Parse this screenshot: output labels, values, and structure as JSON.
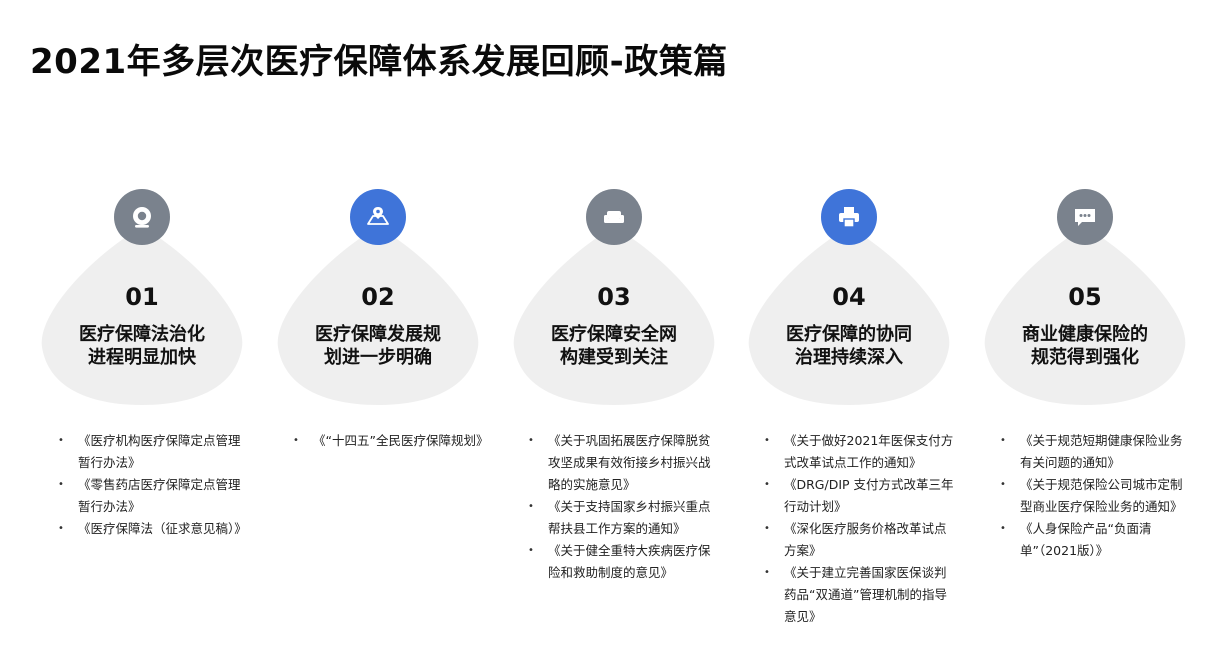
{
  "title": "2021年多层次医疗保障体系发展回顾-政策篇",
  "colors": {
    "gray_badge": "#7a828d",
    "blue_badge": "#3f74d9",
    "drop_fill": "#efefef"
  },
  "columns": [
    {
      "number": "01",
      "heading_lines": [
        "医疗保障法治化",
        "进程明显加快"
      ],
      "icon": "webcam-icon",
      "badge": "gray",
      "docs": [
        "《医疗机构医疗保障定点管理暂行办法》",
        "《零售药店医疗保障定点管理暂行办法》",
        "《医疗保障法（征求意见稿）》"
      ]
    },
    {
      "number": "02",
      "heading_lines": [
        "医疗保障发展规",
        "划进一步明确"
      ],
      "icon": "map-pin-icon",
      "badge": "blue",
      "docs": [
        "《“十四五”全民医疗保障规划》"
      ]
    },
    {
      "number": "03",
      "heading_lines": [
        "医疗保障安全网",
        "构建受到关注"
      ],
      "icon": "sofa-icon",
      "badge": "gray",
      "docs": [
        "《关于巩固拓展医疗保障脱贫攻坚成果有效衔接乡村振兴战略的实施意见》",
        "《关于支持国家乡村振兴重点帮扶县工作方案的通知》",
        "《关于健全重特大疾病医疗保险和救助制度的意见》"
      ]
    },
    {
      "number": "04",
      "heading_lines": [
        "医疗保障的协同",
        "治理持续深入"
      ],
      "icon": "printer-icon",
      "badge": "blue",
      "docs": [
        "《关于做好2021年医保支付方式改革试点工作的通知》",
        "《DRG/DIP 支付方式改革三年行动计划》",
        "《深化医疗服务价格改革试点方案》",
        "《关于建立完善国家医保谈判药品“双通道”管理机制的指导意见》"
      ]
    },
    {
      "number": "05",
      "heading_lines": [
        "商业健康保险的",
        "规范得到强化"
      ],
      "icon": "chat-bubble-icon",
      "badge": "gray",
      "docs": [
        "《关于规范短期健康保险业务有关问题的通知》",
        "《关于规范保险公司城市定制型商业医疗保险业务的通知》",
        "《人身保险产品“负面清单”（2021版）》"
      ]
    }
  ]
}
